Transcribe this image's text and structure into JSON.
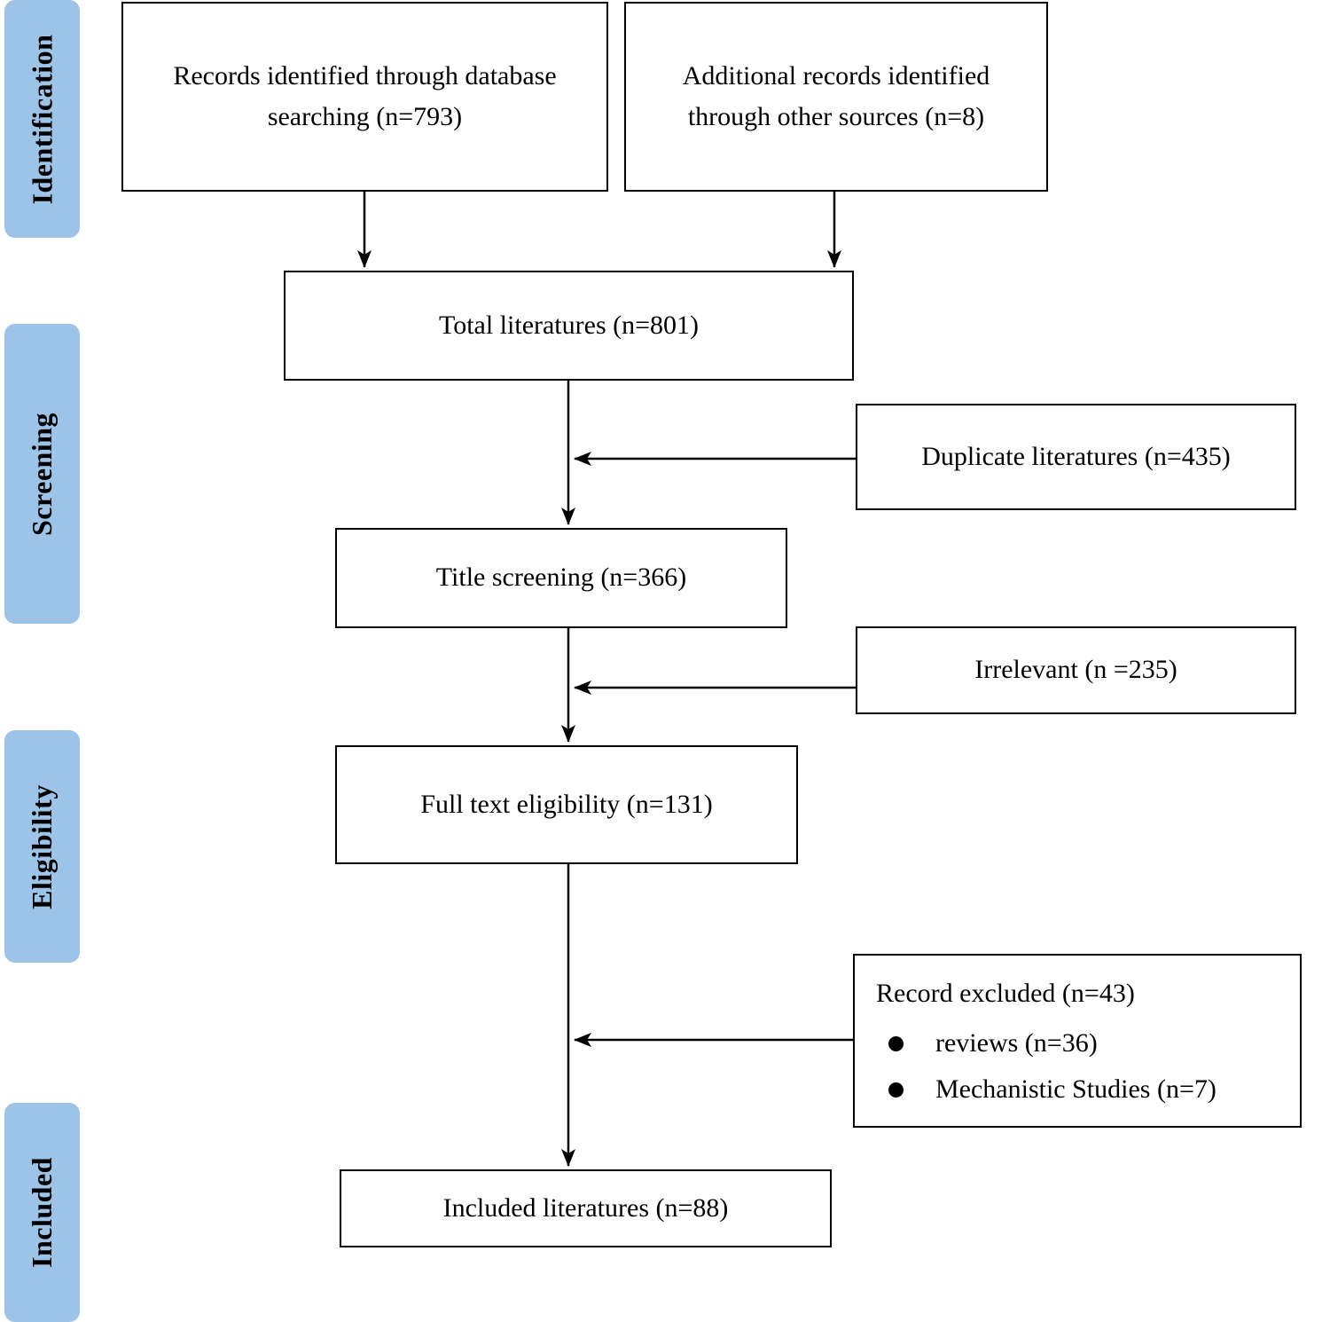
{
  "diagram": {
    "type": "prisma-flow",
    "colors": {
      "stage_fill": "#9dc3e6",
      "box_border": "#000000",
      "text": "#000000",
      "background": "#ffffff"
    },
    "stages": [
      {
        "label": "Identification"
      },
      {
        "label": "Screening"
      },
      {
        "label": "Eligibility"
      },
      {
        "label": "Included"
      }
    ],
    "boxes": {
      "records": "Records identified through database searching (n=793)",
      "additional": "Additional records identified through other sources (n=8)",
      "total": "Total literatures (n=801)",
      "duplicate": "Duplicate literatures (n=435)",
      "title_screening": "Title screening (n=366)",
      "irrelevant": "Irrelevant (n =235)",
      "full_text": "Full text eligibility (n=131)",
      "excluded_title": "Record excluded (n=43)",
      "excluded_items": [
        "reviews (n=36)",
        "Mechanistic Studies (n=7)"
      ],
      "included": "Included literatures (n=88)"
    },
    "flow": [
      {
        "from": "records",
        "to": "total"
      },
      {
        "from": "additional",
        "to": "total"
      },
      {
        "from": "total",
        "to": "title_screening",
        "side_out": "duplicate"
      },
      {
        "from": "title_screening",
        "to": "full_text",
        "side_out": "irrelevant"
      },
      {
        "from": "full_text",
        "to": "included",
        "side_out": "excluded"
      }
    ]
  }
}
